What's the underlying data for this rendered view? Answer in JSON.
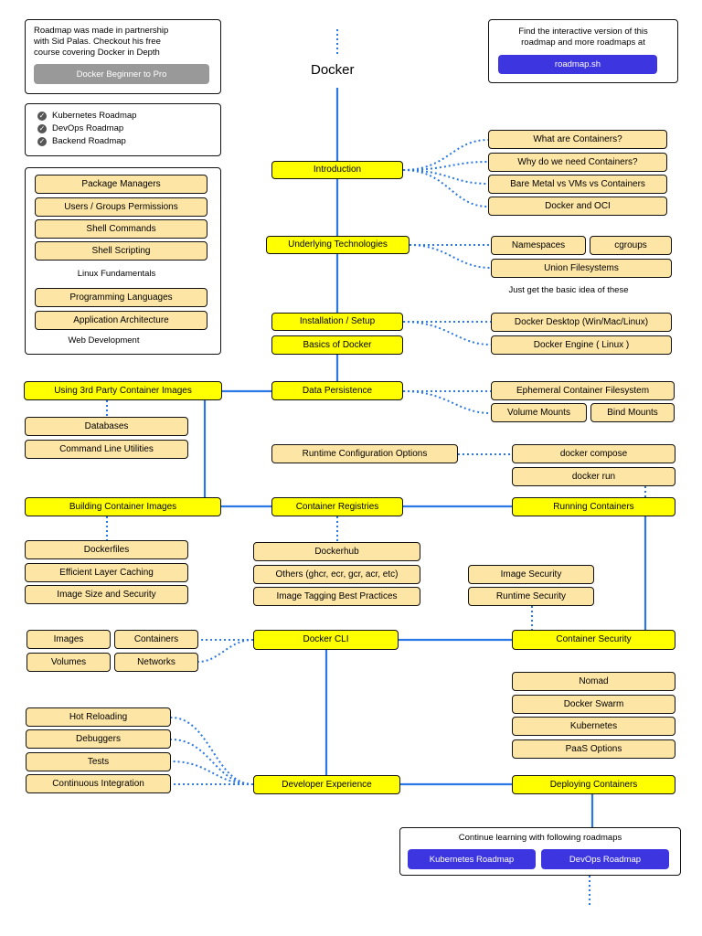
{
  "title": "Docker",
  "intro": {
    "text_lines": [
      "Roadmap was made in partnership",
      "with Sid Palas. Checkout his free",
      "course covering Docker in Depth"
    ],
    "button": "Docker Beginner to Pro"
  },
  "interactive": {
    "text_lines": [
      "Find the interactive version of this",
      "roadmap and more roadmaps at"
    ],
    "button": "roadmap.sh"
  },
  "related": [
    "Kubernetes Roadmap",
    "DevOps Roadmap",
    "Backend Roadmap"
  ],
  "prereq": {
    "items": [
      "Package Managers",
      "Users / Groups Permissions",
      "Shell Commands",
      "Shell Scripting",
      "Programming Languages",
      "Application Architecture"
    ],
    "linux_label": "Linux Fundamentals",
    "web_label": "Web Development"
  },
  "main": {
    "introduction": "Introduction",
    "underlying": "Underlying Technologies",
    "installation": "Installation / Setup",
    "basics": "Basics of Docker",
    "persistence": "Data Persistence",
    "third_party": "Using 3rd Party Container Images",
    "building": "Building Container Images",
    "registries": "Container Registries",
    "running": "Running Containers",
    "cli": "Docker CLI",
    "security": "Container Security",
    "devexp": "Developer Experience",
    "deploying": "Deploying Containers"
  },
  "introduction_items": [
    "What are Containers?",
    "Why do we need Containers?",
    "Bare Metal vs VMs vs Containers",
    "Docker and OCI"
  ],
  "underlying_items": [
    "Namespaces",
    "cgroups",
    "Union Filesystems"
  ],
  "underlying_note": "Just get the basic idea of these",
  "installation_items": [
    "Docker Desktop (Win/Mac/Linux)",
    "Docker Engine ( Linux )"
  ],
  "persistence_items": [
    "Ephemeral Container Filesystem",
    "Volume Mounts",
    "Bind Mounts"
  ],
  "third_party_items": [
    "Databases",
    "Command Line Utilities"
  ],
  "runtime_config": "Runtime Configuration Options",
  "running_items": [
    "docker compose",
    "docker run"
  ],
  "building_items": [
    "Dockerfiles",
    "Efficient Layer Caching",
    "Image Size and Security"
  ],
  "registries_items": [
    "Dockerhub",
    "Others (ghcr, ecr, gcr, acr, etc)",
    "Image Tagging Best Practices"
  ],
  "security_items": [
    "Image Security",
    "Runtime Security"
  ],
  "cli_items": [
    "Images",
    "Containers",
    "Volumes",
    "Networks"
  ],
  "devexp_items": [
    "Hot Reloading",
    "Debuggers",
    "Tests",
    "Continuous Integration"
  ],
  "deploy_items": [
    "Nomad",
    "Docker Swarm",
    "Kubernetes",
    "PaaS Options"
  ],
  "continue": {
    "text": "Continue learning with following roadmaps",
    "buttons": [
      "Kubernetes Roadmap",
      "DevOps Roadmap"
    ]
  },
  "colors": {
    "main_node": "#ffff00",
    "sub_node": "#fde5a5",
    "line": "#2b78e4",
    "button": "#3d35e0",
    "gray_button": "#999999"
  }
}
